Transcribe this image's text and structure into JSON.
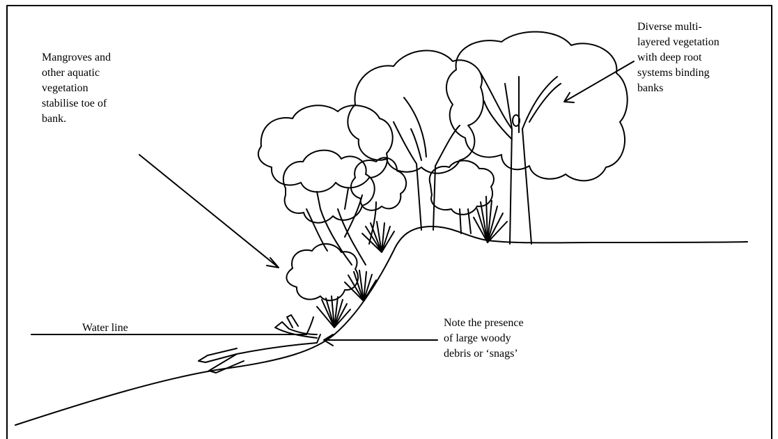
{
  "annotations": {
    "mangroves": "Mangroves and\nother aquatic\nvegetation\nstabilise toe of\nbank.",
    "diverse_vegetation": "Diverse multi-\nlayered vegetation\nwith deep root\nsystems binding\nbanks",
    "water_line": "Water line",
    "snags": "Note the presence\nof large woody\ndebris or ‘snags’"
  },
  "colors": {
    "ink": "#000000",
    "background": "#ffffff"
  }
}
